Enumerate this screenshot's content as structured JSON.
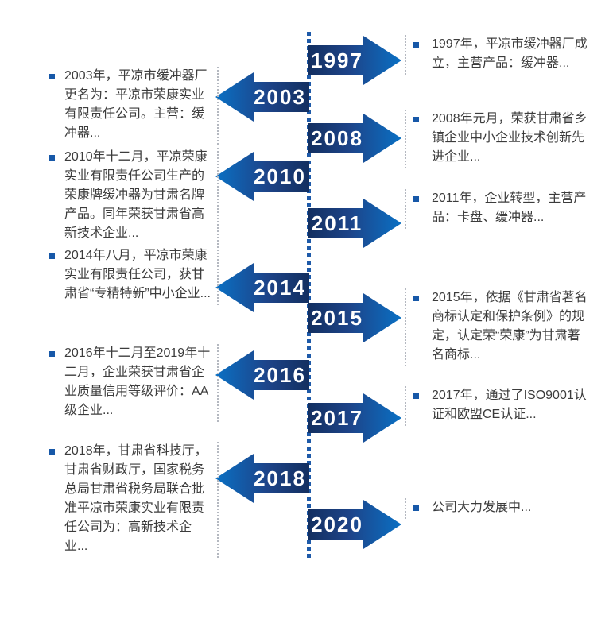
{
  "page": {
    "background": "#ffffff"
  },
  "colors": {
    "arrow_dark": "#132f60",
    "arrow_mid": "#1d4489",
    "arrow_bright": "#0a70c4",
    "spine_dots": "#1e5aa9",
    "bullet": "#1758a8",
    "year_text": "#ffffff",
    "body_text": "#3c3c3c",
    "rule_gray": "#b4b8c0"
  },
  "timeline": {
    "items": [
      {
        "year": "1997",
        "side": "right",
        "text": "1997年，平凉市缓冲器厂成立，主营产品：缓冲器..."
      },
      {
        "year": "2003",
        "side": "left",
        "text": "2003年，平凉市缓冲器厂更名为：平凉市荣康实业有限责任公司。主营：缓冲器..."
      },
      {
        "year": "2008",
        "side": "right",
        "text": "2008年元月，荣获甘肃省乡镇企业中小企业技术创新先进企业..."
      },
      {
        "year": "2010",
        "side": "left",
        "text": "2010年十二月，平凉荣康实业有限责任公司生产的荣康牌缓冲器为甘肃名牌产品。同年荣获甘肃省高新技术企业..."
      },
      {
        "year": "2011",
        "side": "right",
        "text": "2011年，企业转型，主营产品：卡盘、缓冲器..."
      },
      {
        "year": "2014",
        "side": "left",
        "text": "2014年八月，平凉市荣康实业有限责任公司，获甘肃省“专精特新”中小企业..."
      },
      {
        "year": "2015",
        "side": "right",
        "text": "2015年，依据《甘肃省著名商标认定和保护条例》的规定，认定荣“荣康”为甘肃著名商标..."
      },
      {
        "year": "2016",
        "side": "left",
        "text": "2016年十二月至2019年十二月，企业荣获甘肃省企业质量信用等级评价：AA级企业..."
      },
      {
        "year": "2017",
        "side": "right",
        "text": "2017年，通过了ISO9001认证和欧盟CE认证..."
      },
      {
        "year": "2018",
        "side": "left",
        "text": "2018年，甘肃省科技厅，甘肃省财政厅，国家税务总局甘肃省税务局联合批准平凉市荣康实业有限责任公司为：高新技术企业..."
      },
      {
        "year": "2020",
        "side": "right",
        "text": "公司大力发展中..."
      }
    ]
  }
}
